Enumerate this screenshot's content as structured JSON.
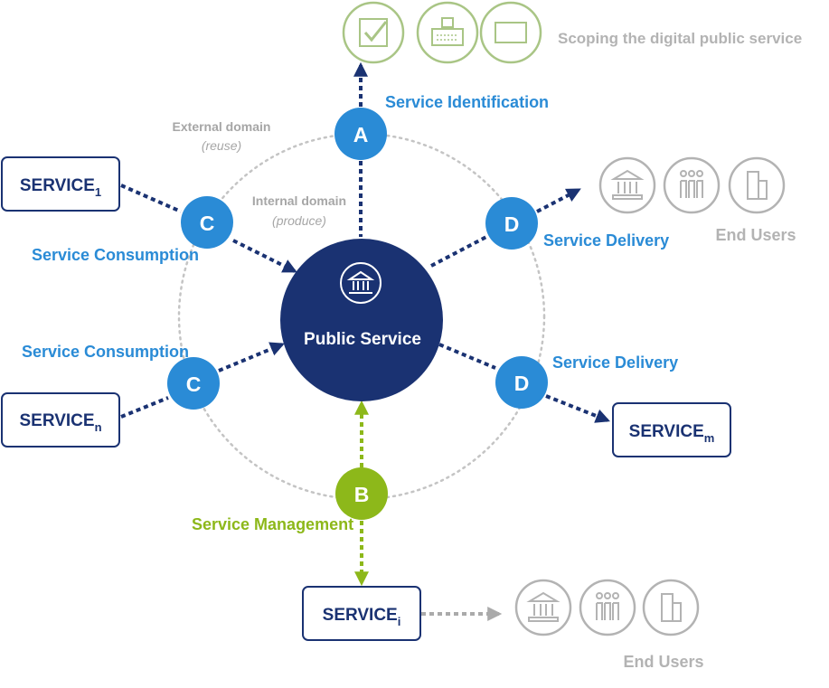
{
  "diagram": {
    "center": {
      "label": "Public Service",
      "icon": "government-building-icon"
    },
    "domains": {
      "external": {
        "label": "External domain",
        "sub": "(reuse)"
      },
      "internal": {
        "label": "Internal domain",
        "sub": "(produce)"
      }
    },
    "nodes": {
      "a": {
        "letter": "A",
        "label": "Service Identification"
      },
      "b": {
        "letter": "B",
        "label": "Service Management"
      },
      "c_top": {
        "letter": "C",
        "label": "Service Consumption"
      },
      "c_bottom": {
        "letter": "C",
        "label": "Service Consumption"
      },
      "d_top": {
        "letter": "D",
        "label": "Service Delivery"
      },
      "d_bottom": {
        "letter": "D",
        "label": "Service Delivery"
      }
    },
    "services": {
      "s1": {
        "base": "SERVICE",
        "sub": "1"
      },
      "sn": {
        "base": "SERVICE",
        "sub": "n"
      },
      "sm": {
        "base": "SERVICE",
        "sub": "m"
      },
      "si": {
        "base": "SERVICE",
        "sub": "i"
      }
    },
    "scoping": {
      "label": "Scoping the digital public service",
      "icons": [
        "checkbox-icon",
        "keyboard-icon",
        "screen-icon"
      ]
    },
    "end_users_top": {
      "label": "End Users",
      "icons": [
        "government-building-icon",
        "people-group-icon",
        "office-building-icon"
      ]
    },
    "end_users_bottom": {
      "label": "End Users",
      "icons": [
        "government-building-icon",
        "people-group-icon",
        "office-building-icon"
      ]
    },
    "colors": {
      "navy": "#1a3272",
      "blue": "#2a8bd6",
      "green": "#8db81a",
      "grey": "#aaaaaa",
      "light_green": "#a9c585"
    }
  }
}
